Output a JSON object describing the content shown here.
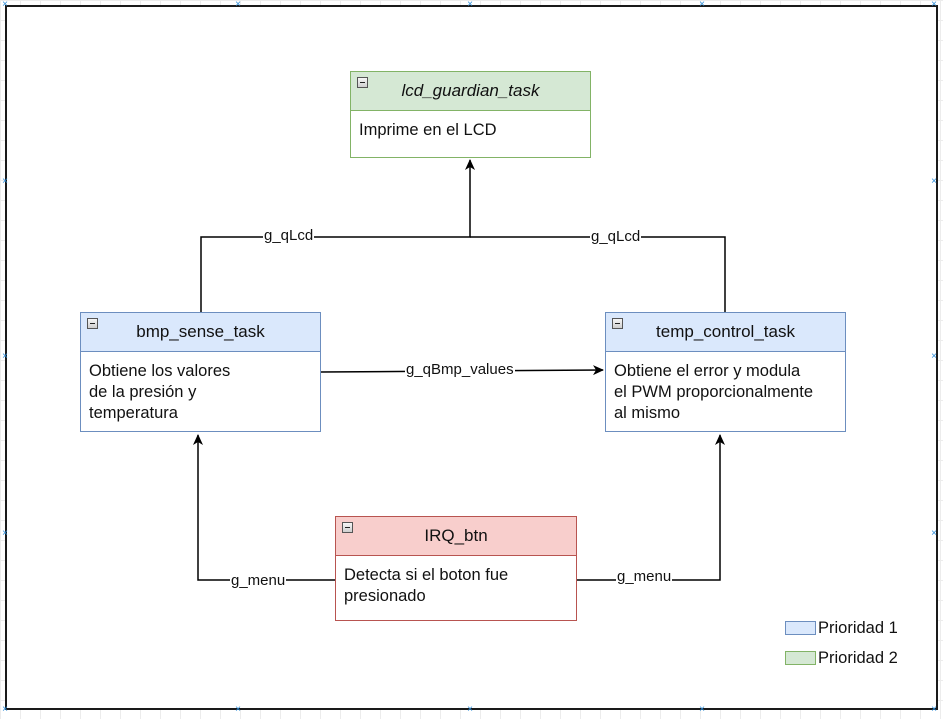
{
  "nodes": {
    "lcd": {
      "title": "lcd_guardian_task",
      "body": "Imprime en el LCD",
      "color": "#d5e8d4"
    },
    "bmp": {
      "title": "bmp_sense_task",
      "body": "Obtiene los valores\nde la presión y\ntemperatura",
      "color": "#dae8fc"
    },
    "temp": {
      "title": "temp_control_task",
      "body": "Obtiene el error y modula\nel PWM proporcionalmente\nal mismo",
      "color": "#dae8fc"
    },
    "irq": {
      "title": "IRQ_btn",
      "body": "Detecta si el boton fue\npresionado",
      "color": "#f8cecc"
    }
  },
  "edges": {
    "bmp_to_lcd": "g_qLcd",
    "temp_to_lcd": "g_qLcd",
    "bmp_to_temp": "g_qBmp_values",
    "irq_to_bmp": "g_menu",
    "irq_to_temp": "g_menu"
  },
  "legend": [
    {
      "label": "Prioridad 1",
      "color": "#dae8fc"
    },
    {
      "label": "Prioridad 2",
      "color": "#d5e8d4"
    }
  ]
}
